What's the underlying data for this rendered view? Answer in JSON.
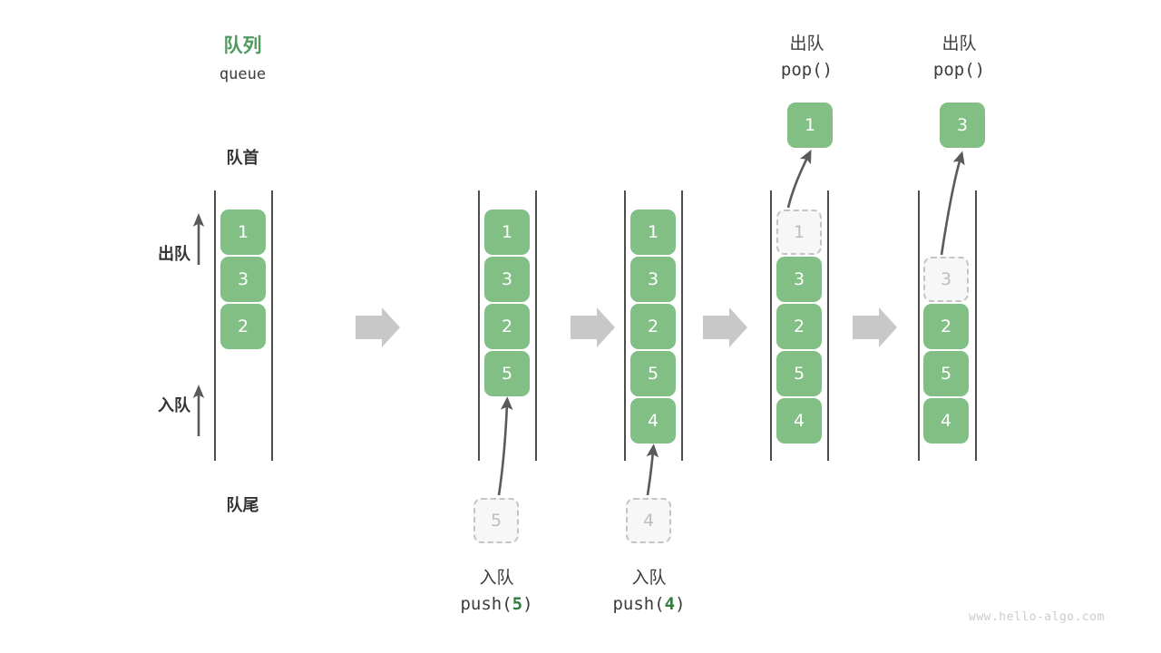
{
  "diagram": {
    "title_cn": "队列",
    "title_en": "queue",
    "front_label": "队首",
    "rear_label": "队尾",
    "dequeue_label": "出队",
    "enqueue_label": "入队",
    "watermark": "www.hello-algo.com",
    "colors": {
      "accent_green": "#4e9a5f",
      "cell_green": "#82bf85",
      "ghost_fill": "#f7f7f7",
      "ghost_border": "#c4c4c4",
      "rail": "#4d4d4d",
      "arrow_gray": "#c8c8c8",
      "curve_arrow": "#5a5a5a",
      "text": "#3c3c3c",
      "watermark": "#cccccc"
    }
  },
  "panels": [
    {
      "id": "panel-initial",
      "cells": [
        {
          "value": "1",
          "ghost": false
        },
        {
          "value": "3",
          "ghost": false
        },
        {
          "value": "2",
          "ghost": false
        }
      ],
      "op_cn": "",
      "op_code_prefix": "",
      "op_code_arg": "",
      "op_code_suffix": "",
      "ground_cell": "",
      "popped_cell": ""
    },
    {
      "id": "panel-push-5",
      "cells": [
        {
          "value": "1",
          "ghost": false
        },
        {
          "value": "3",
          "ghost": false
        },
        {
          "value": "2",
          "ghost": false
        },
        {
          "value": "5",
          "ghost": false
        }
      ],
      "op_cn": "入队",
      "op_code_prefix": "push(",
      "op_code_arg": "5",
      "op_code_suffix": ")",
      "ground_cell": "5",
      "popped_cell": ""
    },
    {
      "id": "panel-push-4",
      "cells": [
        {
          "value": "1",
          "ghost": false
        },
        {
          "value": "3",
          "ghost": false
        },
        {
          "value": "2",
          "ghost": false
        },
        {
          "value": "5",
          "ghost": false
        },
        {
          "value": "4",
          "ghost": false
        }
      ],
      "op_cn": "入队",
      "op_code_prefix": "push(",
      "op_code_arg": "4",
      "op_code_suffix": ")",
      "ground_cell": "4",
      "popped_cell": ""
    },
    {
      "id": "panel-pop-1",
      "cells": [
        {
          "value": "1",
          "ghost": true
        },
        {
          "value": "3",
          "ghost": false
        },
        {
          "value": "2",
          "ghost": false
        },
        {
          "value": "5",
          "ghost": false
        },
        {
          "value": "4",
          "ghost": false
        }
      ],
      "op_cn": "出队",
      "op_code_prefix": "pop(",
      "op_code_arg": "",
      "op_code_suffix": ")",
      "ground_cell": "",
      "popped_cell": "1"
    },
    {
      "id": "panel-pop-3",
      "cells": [
        {
          "value": "",
          "ghost": false,
          "blank": true
        },
        {
          "value": "3",
          "ghost": true
        },
        {
          "value": "2",
          "ghost": false
        },
        {
          "value": "5",
          "ghost": false
        },
        {
          "value": "4",
          "ghost": false
        }
      ],
      "op_cn": "出队",
      "op_code_prefix": "pop(",
      "op_code_arg": "",
      "op_code_suffix": ")",
      "ground_cell": "",
      "popped_cell": "3"
    }
  ],
  "cells": {
    "p1c1": "1",
    "p1c2": "3",
    "p1c3": "2",
    "p2c1": "1",
    "p2c2": "3",
    "p2c3": "2",
    "p2c4": "5",
    "p3c1": "1",
    "p3c2": "3",
    "p3c3": "2",
    "p3c4": "5",
    "p3c5": "4",
    "p4c1": "1",
    "p4c2": "3",
    "p4c3": "2",
    "p4c4": "5",
    "p4c5": "4",
    "p5c2": "3",
    "p5c3": "2",
    "p5c4": "5",
    "p5c5": "4",
    "p2ground": "5",
    "p3ground": "4",
    "p4popped": "1",
    "p5popped": "3"
  },
  "labels": {
    "push5_cn": "入队",
    "push5_code_pre": "push(",
    "push5_code_arg": "5",
    "push5_code_post": ")",
    "push4_cn": "入队",
    "push4_code_pre": "push(",
    "push4_code_arg": "4",
    "push4_code_post": ")",
    "pop1_cn": "出队",
    "pop1_code": "pop()",
    "pop3_cn": "出队",
    "pop3_code": "pop()"
  }
}
